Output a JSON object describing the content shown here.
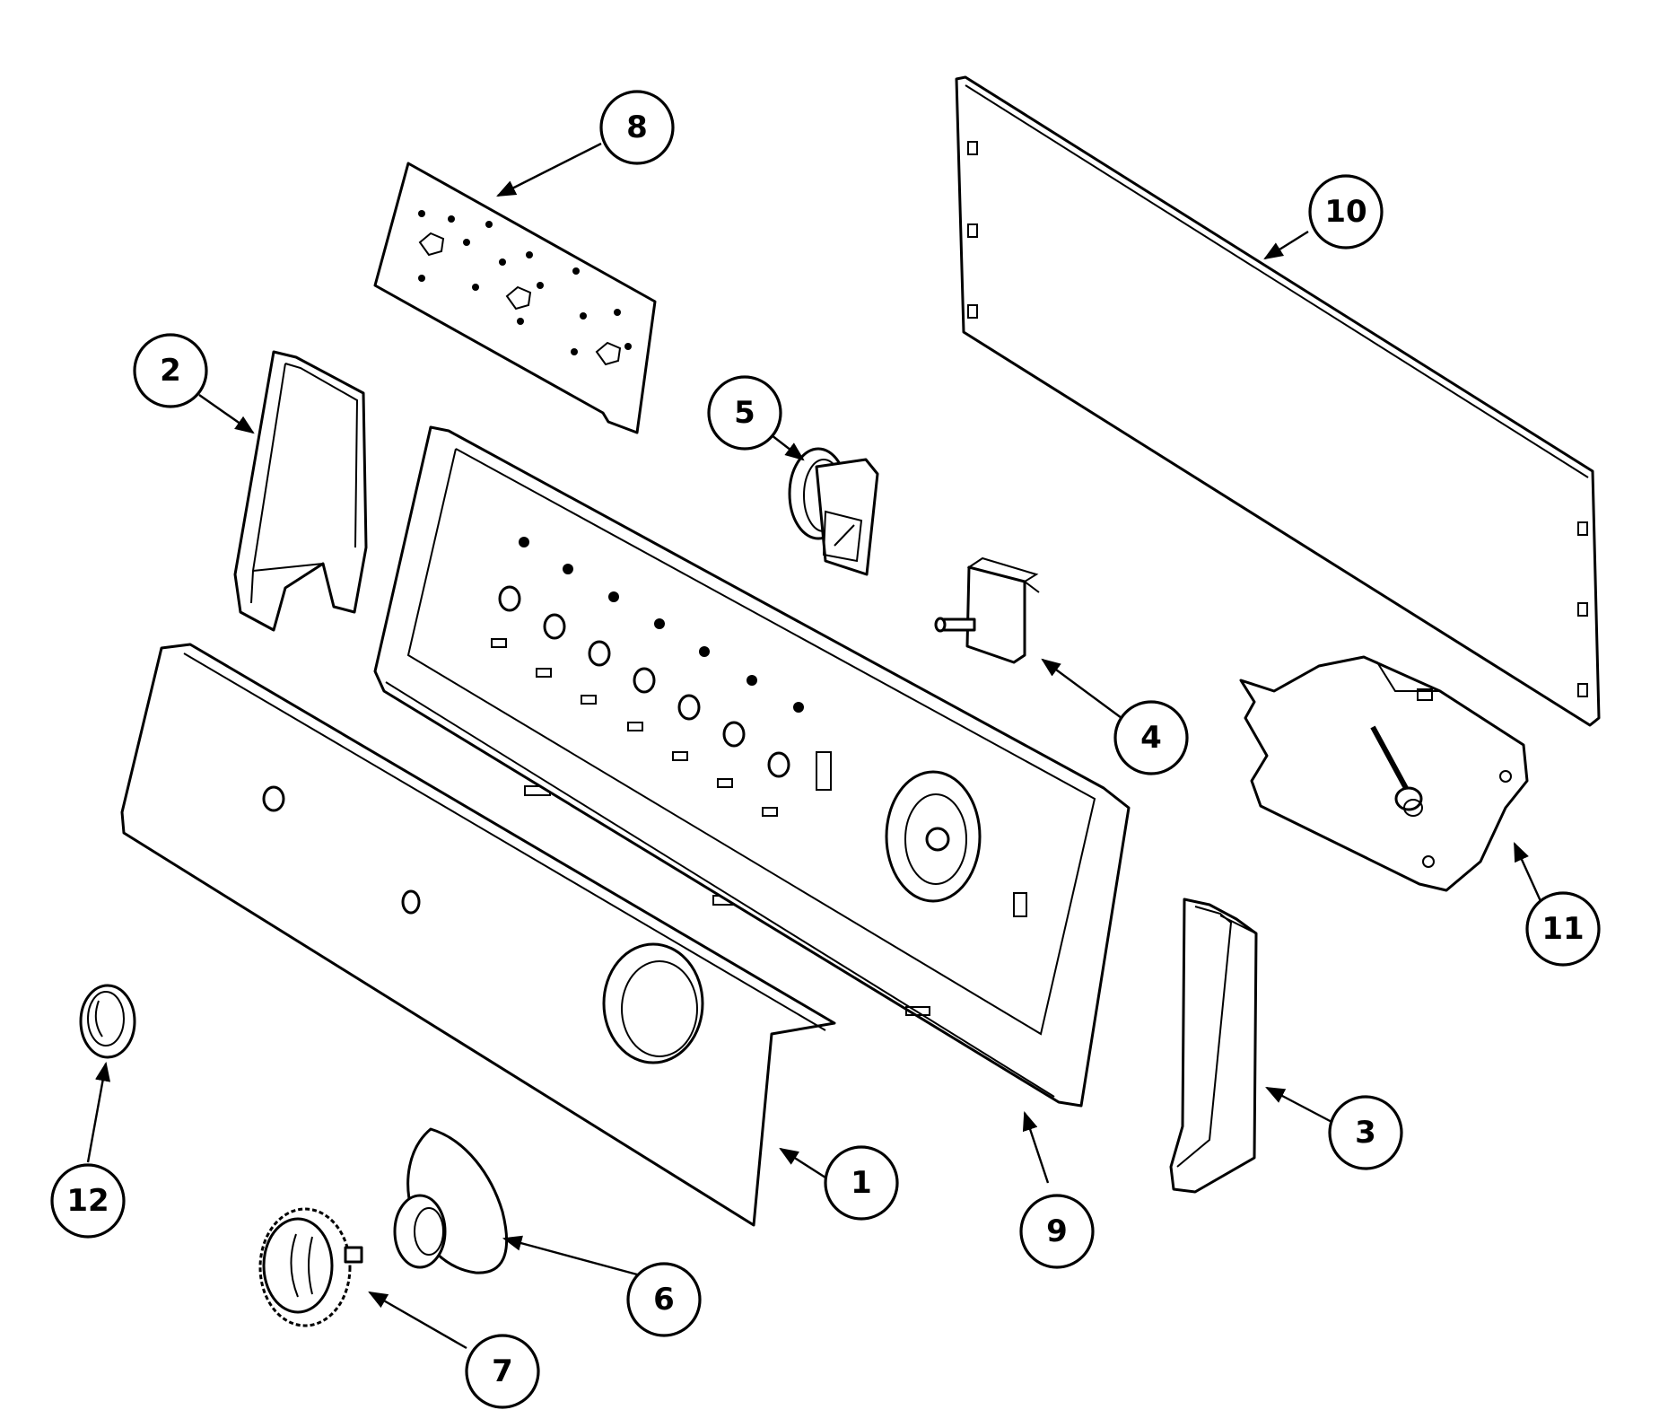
{
  "diagram": {
    "type": "exploded-parts-view",
    "parts": [
      {
        "id": "part-1",
        "label": "1",
        "shape": "front control panel"
      },
      {
        "id": "part-2",
        "label": "2",
        "shape": "left end cap"
      },
      {
        "id": "part-3",
        "label": "3",
        "shape": "right end cap"
      },
      {
        "id": "part-4",
        "label": "4",
        "shape": "rotary switch"
      },
      {
        "id": "part-5",
        "label": "5",
        "shape": "switch with bracket"
      },
      {
        "id": "part-6",
        "label": "6",
        "shape": "knob skirt"
      },
      {
        "id": "part-7",
        "label": "7",
        "shape": "timer knob"
      },
      {
        "id": "part-8",
        "label": "8",
        "shape": "circuit board"
      },
      {
        "id": "part-9",
        "label": "9",
        "shape": "console housing"
      },
      {
        "id": "part-10",
        "label": "10",
        "shape": "rear panel"
      },
      {
        "id": "part-11",
        "label": "11",
        "shape": "timer"
      },
      {
        "id": "part-12",
        "label": "12",
        "shape": "small knob"
      }
    ]
  }
}
